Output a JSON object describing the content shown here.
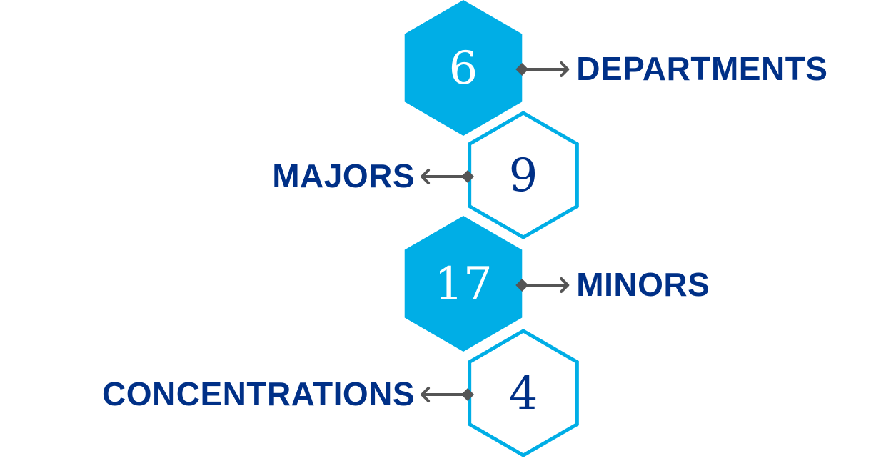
{
  "colors": {
    "hex_fill": "#00aee6",
    "hex_stroke": "#00aee6",
    "label": "#003087",
    "num_on_fill": "#ffffff",
    "num_on_outline": "#003087",
    "connector": "#555555"
  },
  "items": [
    {
      "value": "6",
      "label": "DEPARTMENTS",
      "style": "filled",
      "side": "right"
    },
    {
      "value": "9",
      "label": "MAJORS",
      "style": "outline",
      "side": "left"
    },
    {
      "value": "17",
      "label": "MINORS",
      "style": "filled",
      "side": "right"
    },
    {
      "value": "4",
      "label": "CONCENTRATIONS",
      "style": "outline",
      "side": "left"
    }
  ]
}
